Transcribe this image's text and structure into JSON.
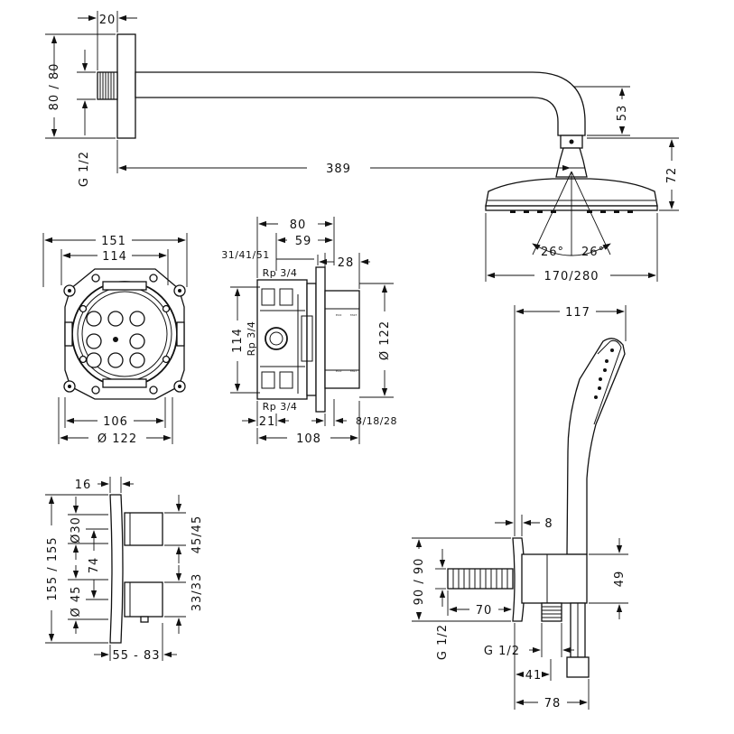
{
  "dims": {
    "arm_wall_depth": "20",
    "arm_flange_height": "80 / 80",
    "arm_thread": "G 1/2",
    "arm_length": "389",
    "arm_drop": "53",
    "head_height": "72",
    "head_angle_left": "26°",
    "head_angle_right": "26°",
    "head_diameter": "170/280",
    "box_outer_width": "151",
    "box_inner_width": "114",
    "box_bottom_width": "106",
    "box_bottom_diameter": "Ø 122",
    "side_top_width": "80",
    "side_top_inner": "59",
    "side_depth_options": "31/41/51",
    "side_right_depth": "28",
    "side_port_top": "Rp 3/4",
    "side_height": "114",
    "side_port_mid": "Rp 3/4",
    "side_port_bottom": "Rp 3/4",
    "side_diameter": "Ø 122",
    "side_bottom_left": "21",
    "side_bottom_width": "108",
    "side_bottom_right": "8/18/28",
    "trim_depth": "16",
    "trim_height": "155 / 155",
    "trim_knob_diameter": "Ø30",
    "trim_center_distance": "74",
    "trim_lower_diameter": "Ø 45",
    "trim_upper_offset": "45/45",
    "trim_lower_offset": "33/33",
    "trim_projection": "55 - 83",
    "hand_width": "117",
    "hand_offset": "8",
    "hand_flange_height": "90 / 90",
    "hand_thread_left": "G 1/2",
    "hand_inner_width": "70",
    "hand_holder_height": "49",
    "hand_outlet_thread": "G 1/2",
    "hand_outlet_x": "41",
    "hand_total_depth": "78"
  }
}
